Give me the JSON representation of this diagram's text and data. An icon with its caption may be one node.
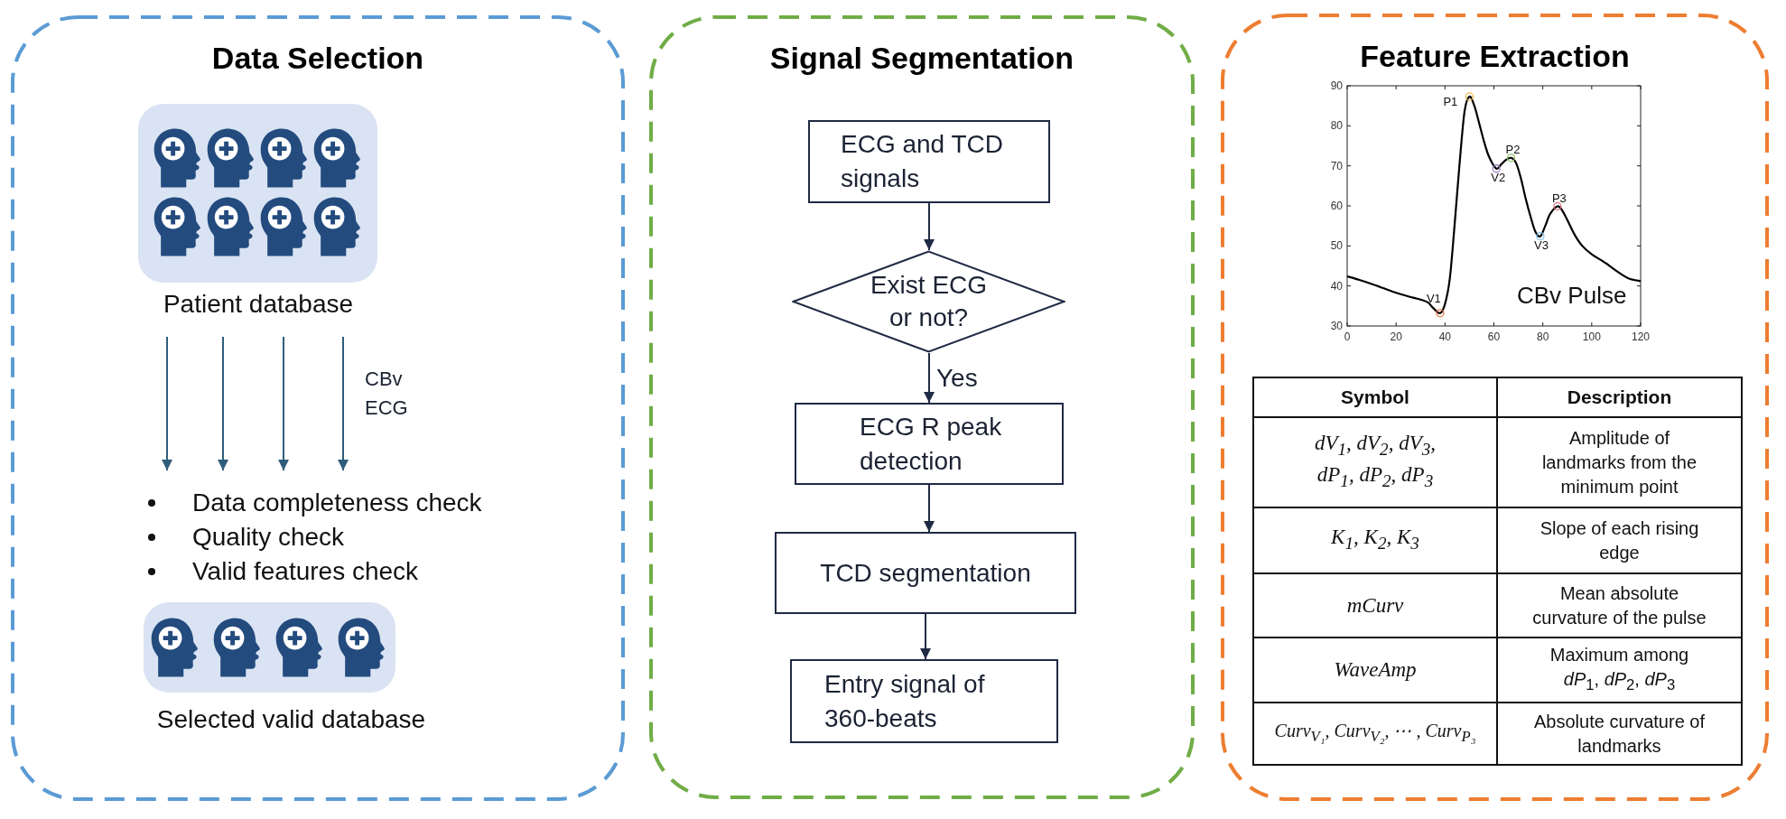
{
  "diagram": {
    "nodes": [
      {
        "text": [
          "Data Selection"
        ]
      },
      {
        "text": [
          "Patient database"
        ],
        "in": 0
      },
      {
        "text": [
          "Data completeness check",
          "Quality check",
          "Valid features check"
        ],
        "in": 0
      },
      {
        "text": [
          "Selected valid database"
        ],
        "in": 0
      },
      {
        "text": [
          "Signal Segmentation"
        ]
      },
      {
        "text": [
          "ECG and TCD signals"
        ],
        "in": 4
      },
      {
        "text": [
          "Exist ECG or not?"
        ],
        "in": 4
      },
      {
        "text": [
          "ECG R peak detection"
        ],
        "in": 4
      },
      {
        "text": [
          "TCD segmentation"
        ],
        "in": 4
      },
      {
        "text": [
          "Entry signal of 360-beats"
        ],
        "in": 4
      },
      {
        "text": [
          "Feature Extraction"
        ]
      }
    ],
    "edges": [
      {
        "from": 1,
        "to": 2,
        "arrow": "to",
        "color": "#2f5d7c"
      },
      {
        "from": 1,
        "to": 2,
        "arrow": "to",
        "color": "#2f5d7c"
      },
      {
        "from": 1,
        "to": 2,
        "arrow": "to",
        "color": "#2f5d7c"
      },
      {
        "from": 1,
        "to": 2,
        "arrow": "to",
        "color": "#2f5d7c",
        "label": "CBv ECG"
      },
      {
        "from": 5,
        "to": 6,
        "arrow": "to"
      },
      {
        "from": 6,
        "to": 7,
        "arrow": "to",
        "label": "Yes"
      },
      {
        "from": 7,
        "to": 8,
        "arrow": "to"
      },
      {
        "from": 8,
        "to": 9,
        "arrow": "to"
      }
    ],
    "labels": [
      "Symbol",
      "Description",
      "dV$_{1}$, dV$_{2}$, dV$_{3}$, dP$_{1}$, dP$_{2}$, dP$_{3}$",
      "Amplitude of landmarks from the minimum point",
      "K$_{1}$, K$_{2}$, K$_{3}$",
      "Slope of each rising edge",
      "mCurv",
      "Mean absolute curvature of the pulse",
      "WaveAmp",
      "Maximum among *dP*$_{1}$, *dP*$_{2}$, *dP*$_{3}$",
      "Curv$_{V₁}$, Curv$_{V₂}$, ⋯ , Curv$_{P₃}$",
      "Absolute curvature of landmarks"
    ],
    "chart_data": {
      "type": "line",
      "title": "CBv Pulse",
      "x": [
        0,
        5,
        10,
        15,
        20,
        25,
        30,
        33,
        35,
        38,
        40,
        42,
        44,
        46,
        48,
        50,
        52,
        54,
        56,
        58,
        61,
        63,
        65,
        67,
        69,
        71,
        73,
        75,
        77,
        79,
        81,
        83,
        86,
        88,
        90,
        93,
        96,
        100,
        105,
        110,
        115,
        120
      ],
      "series": [
        {
          "color": "#000000",
          "values": [
            42.4,
            41.5,
            40.5,
            39.4,
            38.3,
            37.4,
            36.6,
            35.9,
            34.6,
            33.2,
            35.5,
            42,
            55.8,
            70.8,
            83.6,
            87.3,
            85,
            80.6,
            76,
            72.3,
            69.3,
            70.4,
            71.5,
            72,
            70.8,
            67,
            61.8,
            57.3,
            53.5,
            52.4,
            55,
            58,
            59.9,
            58.8,
            56.5,
            52.8,
            50.1,
            47.9,
            46,
            43.8,
            41.9,
            41.2
          ]
        }
      ],
      "xlim": [
        0,
        120
      ],
      "ylim": [
        30,
        90
      ],
      "xticks": [
        0,
        20,
        40,
        60,
        80,
        100,
        120
      ],
      "yticks": [
        30,
        40,
        50,
        60,
        70,
        80,
        90
      ],
      "annotations": [
        {
          "text": "V1",
          "x": 38,
          "y": 33.2
        },
        {
          "text": "P1",
          "x": 50,
          "y": 87.3
        },
        {
          "text": "V2",
          "x": 61,
          "y": 69.3
        },
        {
          "text": "P2",
          "x": 67,
          "y": 72
        },
        {
          "text": "V3",
          "x": 79,
          "y": 52.4
        },
        {
          "text": "P3",
          "x": 86,
          "y": 59.9
        }
      ]
    }
  }
}
